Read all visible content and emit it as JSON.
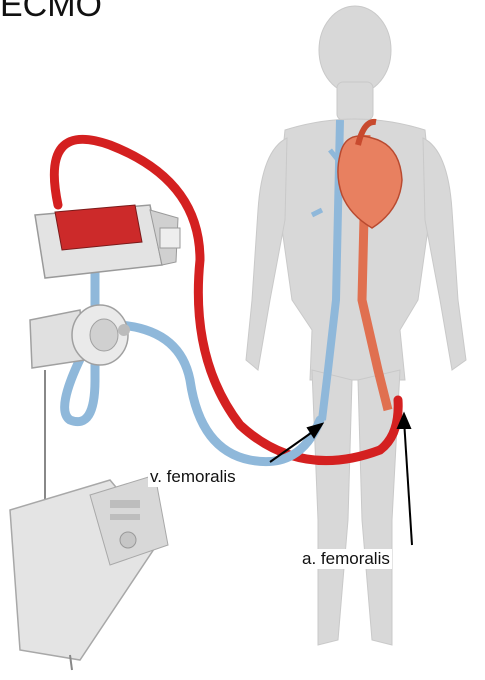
{
  "title": "ECMO",
  "labels": {
    "vein": "v. femoralis",
    "artery": "a. femoralis"
  },
  "colors": {
    "arterial_line": "#d42020",
    "venous_line": "#8fb8da",
    "body_silhouette": "#d6d6d6",
    "heart": "#e07050",
    "equipment": "#e2e2e2",
    "background": "#ffffff"
  },
  "icons": [
    "human-body-silhouette",
    "heart-icon",
    "oxygenator-icon",
    "centrifugal-pump-icon",
    "ecmo-console-icon"
  ]
}
